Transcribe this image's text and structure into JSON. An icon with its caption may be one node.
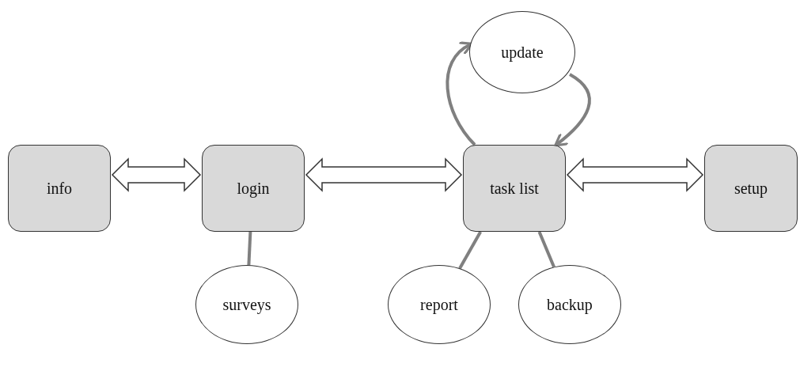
{
  "diagram": {
    "nodes": [
      {
        "text": [
          "info"
        ]
      },
      {
        "text": [
          "login"
        ]
      },
      {
        "text": [
          "task list"
        ]
      },
      {
        "text": [
          "setup"
        ]
      },
      {
        "text": [
          "update"
        ]
      },
      {
        "text": [
          "surveys"
        ]
      },
      {
        "text": [
          "report"
        ]
      },
      {
        "text": [
          "backup"
        ]
      }
    ],
    "edges": [
      {
        "from": 0,
        "to": 1,
        "arrow": "both",
        "color": "#333333"
      },
      {
        "from": 1,
        "to": 2,
        "arrow": "both",
        "color": "#333333"
      },
      {
        "from": 2,
        "to": 3,
        "arrow": "both",
        "color": "#333333"
      },
      {
        "from": 2,
        "to": 4,
        "arrow": "to"
      },
      {
        "from": 4,
        "to": 2,
        "arrow": "to"
      },
      {
        "from": 1,
        "to": 5,
        "arrow": "none"
      },
      {
        "from": 2,
        "to": 6,
        "arrow": "none"
      },
      {
        "from": 2,
        "to": 7,
        "arrow": "none"
      }
    ]
  }
}
